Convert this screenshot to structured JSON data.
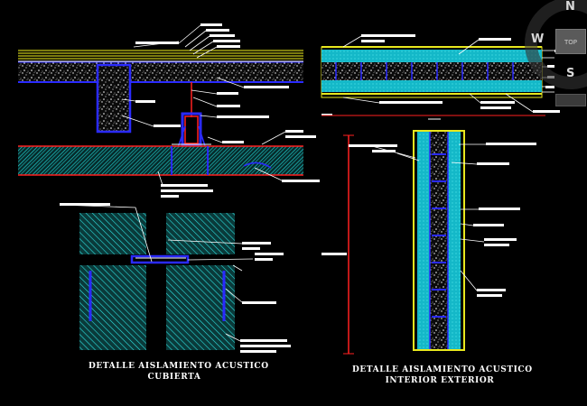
{
  "captions": {
    "cubierta_line1": "DETALLE AISLAMIENTO ACUSTICO",
    "cubierta_line2": "CUBIERTA",
    "interior_line1": "DETALLE AISLAMIENTO ACUSTICO",
    "interior_line2": "INTERIOR EXTERIOR"
  },
  "viewcube": {
    "north": "N",
    "west": "W",
    "south": "S",
    "top_label": "TOP",
    "wcs_label": ""
  },
  "colors": {
    "background": "#000000",
    "insulation_hatch": "#1ec8c8",
    "concrete_fill": "#ffffff",
    "membrane": "#e8e81e",
    "steel_profile": "#2a2aff",
    "dimension": "#ff2020",
    "leader": "#ffffff"
  }
}
